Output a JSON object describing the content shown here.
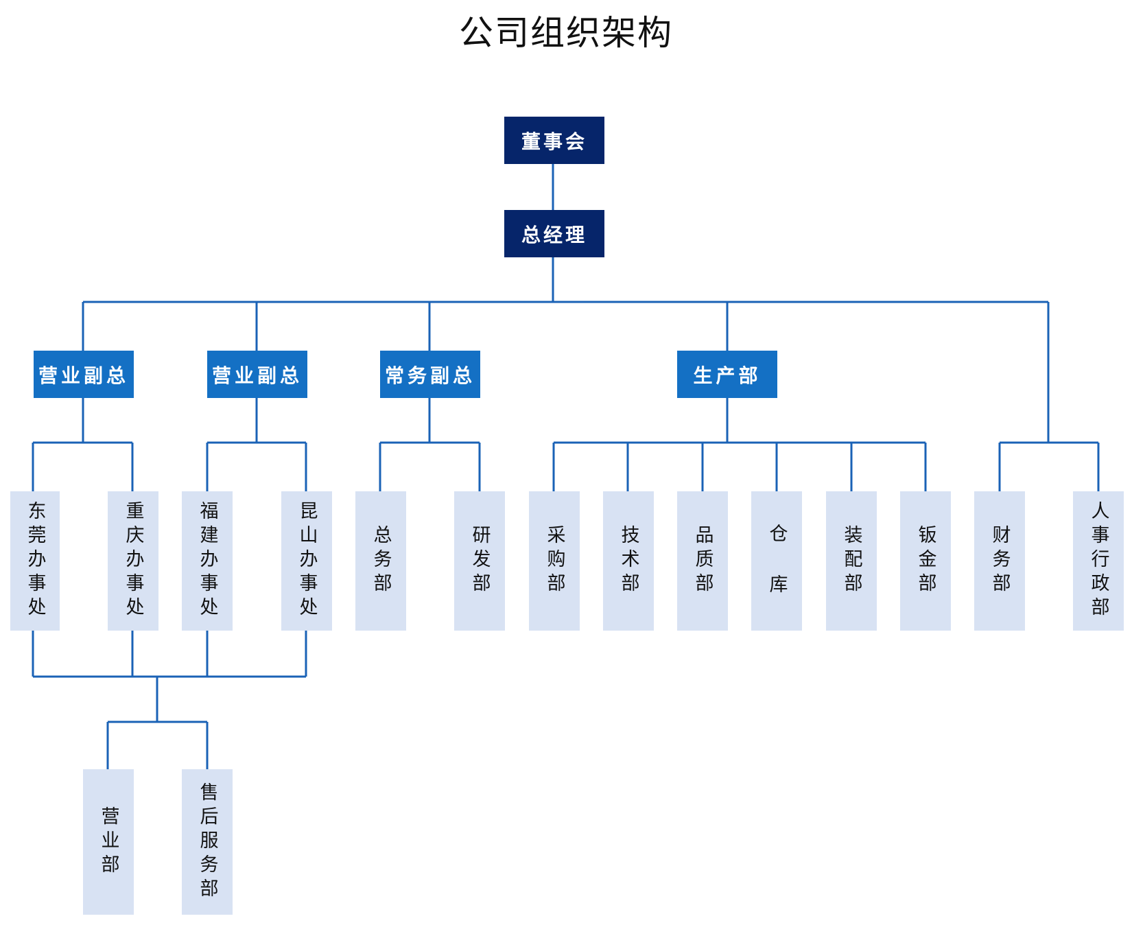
{
  "title": "公司组织架构",
  "colors": {
    "dark_box": "#06256a",
    "mid_box": "#1470c4",
    "light_box": "#d8e2f3",
    "connector": "#1a62b6"
  },
  "nodes": {
    "board": "董事会",
    "gm": "总经理",
    "sales_vp_1": "营业副总",
    "sales_vp_2": "营业副总",
    "exec_vp": "常务副总",
    "production": "生产部",
    "dongguan": "东莞办事处",
    "chongqing": "重庆办事处",
    "fujian": "福建办事处",
    "kunshan": "昆山办事处",
    "general_affairs": "总务部",
    "rnd": "研发部",
    "purchasing": "采购部",
    "technology": "技术部",
    "quality": "品质部",
    "warehouse": "仓 库",
    "assembly": "装配部",
    "sheet_metal": "钣金部",
    "finance": "财务部",
    "hr_admin": "人事行政部",
    "sales_dept": "营业部",
    "after_sales": "售后服务部"
  }
}
